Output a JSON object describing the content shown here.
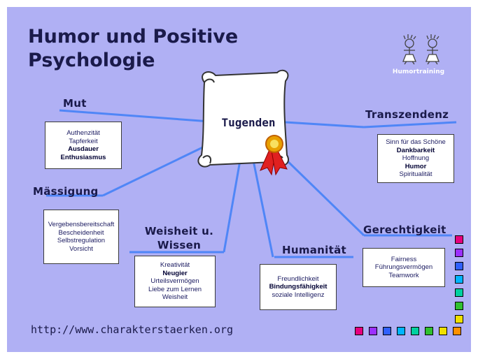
{
  "title_line1": "Humor und Positive",
  "title_line2": "Psychologie",
  "center": "Tugenden",
  "logo_caption": "Humortraining",
  "url": "http://www.charakterstaerken.org",
  "categories": {
    "mut": {
      "label": "Mut",
      "items": [
        "Authenzität",
        "Tapferkeit",
        "Ausdauer",
        "Enthusiasmus"
      ],
      "strong": [
        2,
        3
      ]
    },
    "maessigung": {
      "label": "Mässigung",
      "items": [
        "Vergebensbereitschaft",
        "Bescheidenheit",
        "Selbstregulation",
        "Vorsicht"
      ],
      "strong": []
    },
    "weisheit": {
      "label_line1": "Weisheit u.",
      "label_line2": "Wissen",
      "items": [
        "Kreativität",
        "Neugier",
        "Urteilsvermögen",
        "Liebe zum Lernen",
        "Weisheit"
      ],
      "strong": [
        1
      ]
    },
    "humanitaet": {
      "label": "Humanität",
      "items": [
        "Freundlichkeit",
        "Bindungsfähigkeit",
        "soziale Intelligenz"
      ],
      "strong": [
        1
      ]
    },
    "gerechtigkeit": {
      "label": "Gerechtigkeit",
      "items": [
        "Fairness",
        "Führungsvermögen",
        "Teamwork"
      ],
      "strong": []
    },
    "transzendenz": {
      "label": "Transzendenz",
      "items": [
        "Sinn für das Schöne",
        "Dankbarkeit",
        "Hoffnung",
        "Humor",
        "Spiritualität"
      ],
      "strong": [
        1,
        3
      ]
    }
  },
  "colors": {
    "background": "#b0b0f4",
    "lines": "#4f86f7",
    "text": "#1a1a4a"
  },
  "decor_squares_colors": [
    "#e6007e",
    "#9b30ff",
    "#3060ff",
    "#00b4ff",
    "#00d0a0",
    "#30c030",
    "#f0e000",
    "#ff9000",
    "#ff3000"
  ]
}
